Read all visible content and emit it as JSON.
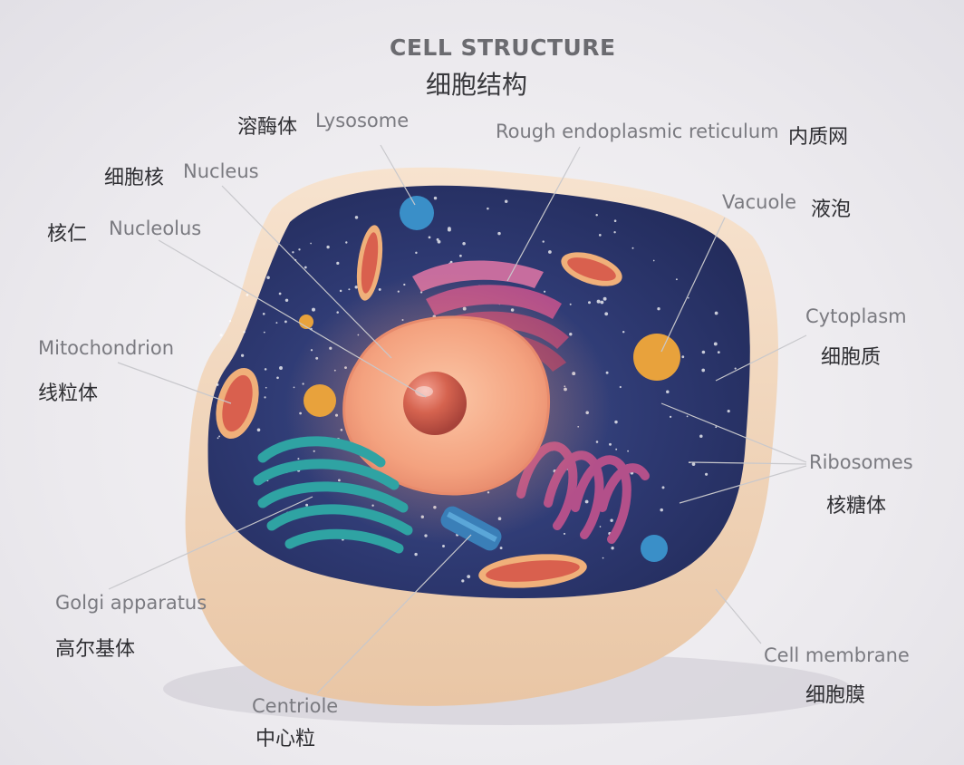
{
  "title": {
    "en": "CELL STRUCTURE",
    "zh": "细胞结构"
  },
  "labels": {
    "lysosome": {
      "zh": "溶酶体",
      "en": "Lysosome"
    },
    "rough_er": {
      "en": "Rough endoplasmic reticulum",
      "zh": "内质网"
    },
    "nucleus": {
      "zh": "细胞核",
      "en": "Nucleus"
    },
    "nucleolus": {
      "zh": "核仁",
      "en": "Nucleolus"
    },
    "vacuole": {
      "en": "Vacuole",
      "zh": "液泡"
    },
    "cytoplasm": {
      "en": "Cytoplasm",
      "zh": "细胞质"
    },
    "mitochondrion": {
      "en": "Mitochondrion",
      "zh": "线粒体"
    },
    "ribosomes": {
      "en": "Ribosomes",
      "zh": "核糖体"
    },
    "golgi": {
      "en": "Golgi apparatus",
      "zh": "高尔基体"
    },
    "cell_membrane": {
      "en": "Cell membrane",
      "zh": "细胞膜"
    },
    "centriole": {
      "en": "Centriole",
      "zh": "中心粒"
    }
  },
  "colors": {
    "membrane": "#f1d2b3",
    "cytoplasm": "#2e3a6e",
    "nucleus": "#f3a27e",
    "nucleolus": "#d8614f",
    "golgi": "#2fa3a3",
    "er": "#b3508a",
    "mitochondria": "#e07a5f",
    "lysosome": "#3a8fc8",
    "vacuole": "#e8a23c"
  }
}
